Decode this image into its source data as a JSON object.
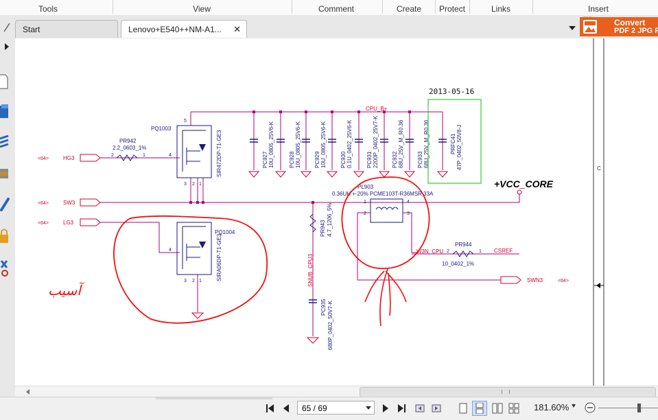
{
  "menubar": {
    "items": [
      "Tools",
      "View",
      "Comment",
      "Create",
      "Protect",
      "Links",
      "Insert"
    ]
  },
  "tabs": {
    "start_label": "Start",
    "doc_label": "Lenovo+E540++NM-A1...",
    "close_symbol": "✕"
  },
  "convert": {
    "badge": "PDF",
    "line1": "Convert",
    "line2": "PDF 2 JPG F"
  },
  "schematic": {
    "date_stamp": "2013-05-16",
    "nets": {
      "cpu_b": "CPU_B+",
      "vcc_core": "+VCC_CORE",
      "hg3": "HG3",
      "sw3": "SW3",
      "lg3": "LG3",
      "w3n_cpu": "W3N_CPU",
      "csref": "CSREF",
      "swn3": "SWN3",
      "snub_cpu3": "SNUB_CPU3"
    },
    "refs": {
      "r64": "<64>"
    },
    "pq1003": {
      "ref": "PQ1003",
      "part": "SIR472DP-T1-GE3"
    },
    "pq1004": {
      "ref": "PQ1004",
      "part": "SIRA06DP-T1-GE3"
    },
    "pr942": {
      "ref": "PR942",
      "value": "2.2_0603_1%"
    },
    "pr943": {
      "ref": "PR943",
      "value": "4.7_1206_5%"
    },
    "pr944": {
      "ref": "PR944",
      "value": "10_0402_1%"
    },
    "pl903": {
      "ref": "PL903",
      "value": "0.36UH +-20% PCME103T-R36MSR 33A"
    },
    "caps": [
      {
        "ref": "PC927",
        "value": "10U_0805_25V6-K"
      },
      {
        "ref": "PC928",
        "value": "10U_0805_25V6-K"
      },
      {
        "ref": "PC929",
        "value": "10U_0805_25V6-K"
      },
      {
        "ref": "PC930",
        "value": "0.1U_0402_25V6-K"
      },
      {
        "ref": "PC931",
        "value": "2200P_0402_25V7-K"
      },
      {
        "ref": "PC932",
        "value": "68U_25V_M_R0.36"
      },
      {
        "ref": "PC933",
        "value": "68U_25V_M_R0.36"
      },
      {
        "ref": "PRFC41",
        "value": "47P_0402_50V8-J"
      }
    ],
    "pc935": {
      "ref": "PC935",
      "value": "680P_0402_50V7-K"
    },
    "border_letter": "C",
    "pins": {
      "p1": "1",
      "p2": "2",
      "p3": "3",
      "p4": "4",
      "p5": "5"
    },
    "handwriting": "آسيب"
  },
  "statusbar": {
    "page_indicator": "65 / 69",
    "zoom": "181.60%"
  },
  "colors": {
    "net_red": "#d6002a",
    "wire_magenta": "#b0007a",
    "component_navy": "#1a1a80",
    "annotation_red": "#ee1111",
    "highlight_green": "#33cc33",
    "convert_orange": "#e8601c"
  }
}
